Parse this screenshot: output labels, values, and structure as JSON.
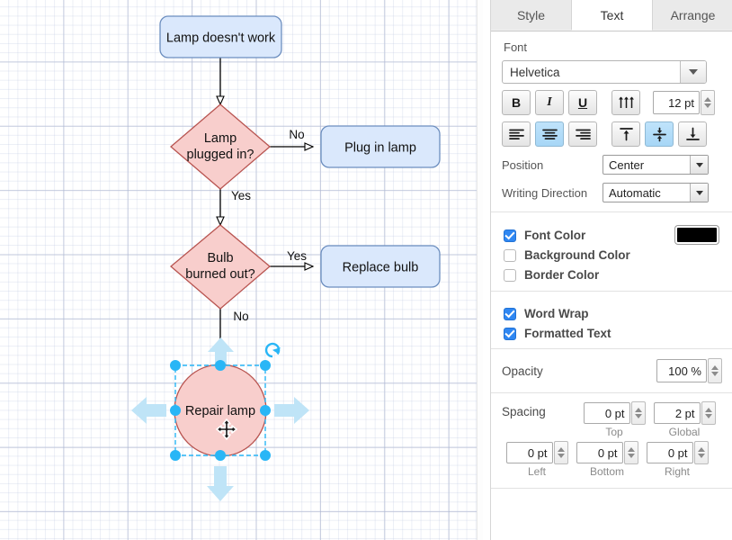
{
  "canvas": {
    "nodes": [
      {
        "id": "start",
        "label": "Lamp doesn't work",
        "shape": "rounded-rect",
        "fill": "#dae8fc",
        "stroke": "#6c8ebf"
      },
      {
        "id": "d1",
        "label_line1": "Lamp",
        "label_line2": "plugged in?",
        "shape": "diamond",
        "fill": "#f8cecc",
        "stroke": "#b85450"
      },
      {
        "id": "a1",
        "label": "Plug in lamp",
        "shape": "rounded-rect",
        "fill": "#dae8fc",
        "stroke": "#6c8ebf"
      },
      {
        "id": "d2",
        "label_line1": "Bulb",
        "label_line2": "burned out?",
        "shape": "diamond",
        "fill": "#f8cecc",
        "stroke": "#b85450"
      },
      {
        "id": "a2",
        "label": "Replace bulb",
        "shape": "rounded-rect",
        "fill": "#dae8fc",
        "stroke": "#6c8ebf"
      },
      {
        "id": "end",
        "label": "Repair lamp",
        "shape": "circle",
        "fill": "#f8cecc",
        "stroke": "#b85450",
        "selected": true
      }
    ],
    "edge_labels": {
      "e1": "No",
      "e2": "Yes",
      "e3": "Yes",
      "e4": "No"
    },
    "selection_color": "#29b6f6"
  },
  "panel": {
    "tabs": [
      {
        "id": "style",
        "label": "Style",
        "active": false
      },
      {
        "id": "text",
        "label": "Text",
        "active": true
      },
      {
        "id": "arrange",
        "label": "Arrange",
        "active": false
      }
    ],
    "font": {
      "section_label": "Font",
      "family": "Helvetica",
      "bold": "B",
      "italic": "I",
      "underline": "U",
      "size": "12 pt",
      "position_label": "Position",
      "position_value": "Center",
      "writing_label": "Writing Direction",
      "writing_value": "Automatic"
    },
    "colors": {
      "font_color": "Font Color",
      "font_color_checked": true,
      "font_color_value": "#000000",
      "background_color": "Background Color",
      "background_color_checked": false,
      "border_color": "Border Color",
      "border_color_checked": false
    },
    "wrap": {
      "word_wrap": "Word Wrap",
      "word_wrap_checked": true,
      "formatted_text": "Formatted Text",
      "formatted_text_checked": true
    },
    "opacity": {
      "label": "Opacity",
      "value": "100 %"
    },
    "spacing": {
      "label": "Spacing",
      "top": {
        "value": "0 pt",
        "caption": "Top"
      },
      "global": {
        "value": "2 pt",
        "caption": "Global"
      },
      "left": {
        "value": "0 pt",
        "caption": "Left"
      },
      "bottom": {
        "value": "0 pt",
        "caption": "Bottom"
      },
      "right": {
        "value": "0 pt",
        "caption": "Right"
      }
    }
  }
}
